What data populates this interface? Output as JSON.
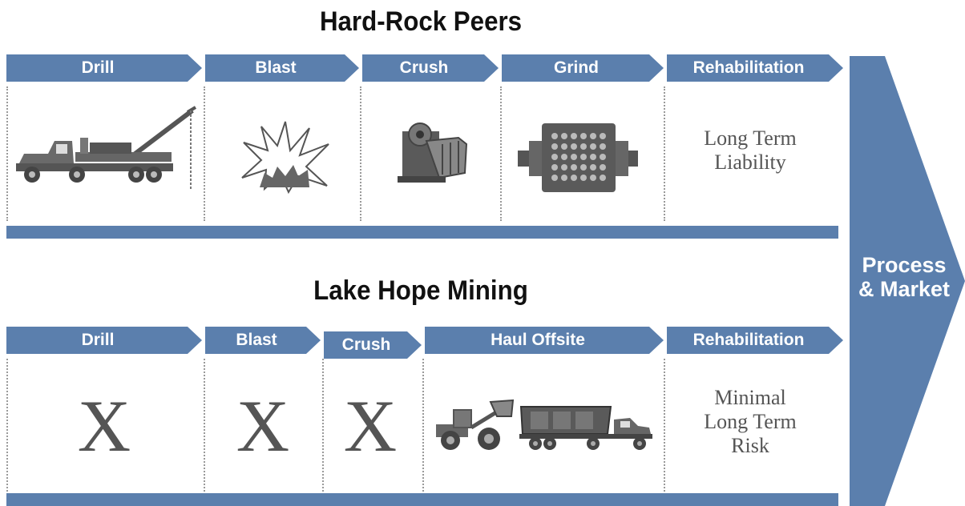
{
  "colors": {
    "accent": "#5b7fad",
    "text_gray": "#555555"
  },
  "top": {
    "title": "Hard-Rock Peers",
    "steps": [
      {
        "label": "Drill",
        "icon": "drill-rig-truck-icon"
      },
      {
        "label": "Blast",
        "icon": "explosion-icon"
      },
      {
        "label": "Crush",
        "icon": "jaw-crusher-icon"
      },
      {
        "label": "Grind",
        "icon": "ball-mill-icon"
      },
      {
        "label": "Rehabilitation",
        "text": "Long Term\nLiability"
      }
    ]
  },
  "bottom": {
    "title": "Lake Hope Mining",
    "steps": [
      {
        "label": "Drill",
        "mark": "X"
      },
      {
        "label": "Blast",
        "mark": "X"
      },
      {
        "label": "Crush",
        "mark": "X"
      },
      {
        "label": "Haul Offsite",
        "icon": "loader-and-haul-truck-icon"
      },
      {
        "label": "Rehabilitation",
        "text": "Minimal\nLong Term\nRisk"
      }
    ]
  },
  "side_arrow": {
    "label": "Process\n& Market"
  }
}
